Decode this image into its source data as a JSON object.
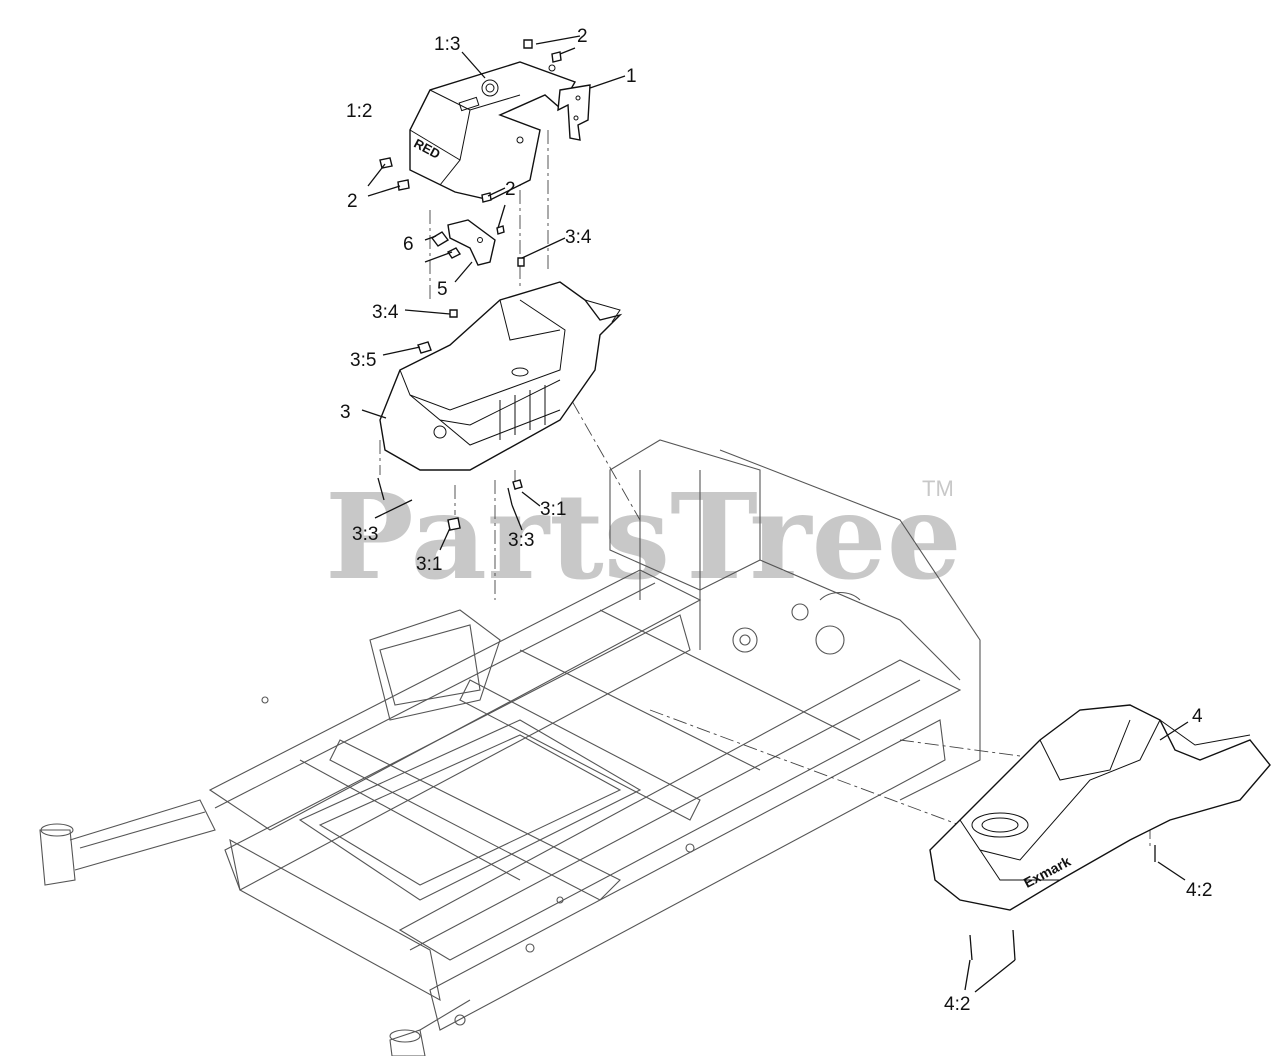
{
  "watermark": {
    "text": "PartsTree",
    "trademark": "TM"
  },
  "callouts": {
    "c1_3": "1:3",
    "c2_top": "2",
    "c1": "1",
    "c1_2": "1:2",
    "c2_left": "2",
    "c2_mid": "2",
    "c6": "6",
    "c5": "5",
    "c3_4_top": "3:4",
    "c3_4_left": "3:4",
    "c3_5": "3:5",
    "c3": "3",
    "c3_3_left": "3:3",
    "c3_1_right": "3:1",
    "c3_3_mid": "3:3",
    "c3_1_low": "3:1",
    "c4": "4",
    "c4_2_right": "4:2",
    "c4_2_low": "4:2"
  },
  "part_labels": {
    "console_badge": "RED",
    "hood_badge": "Exmark"
  }
}
